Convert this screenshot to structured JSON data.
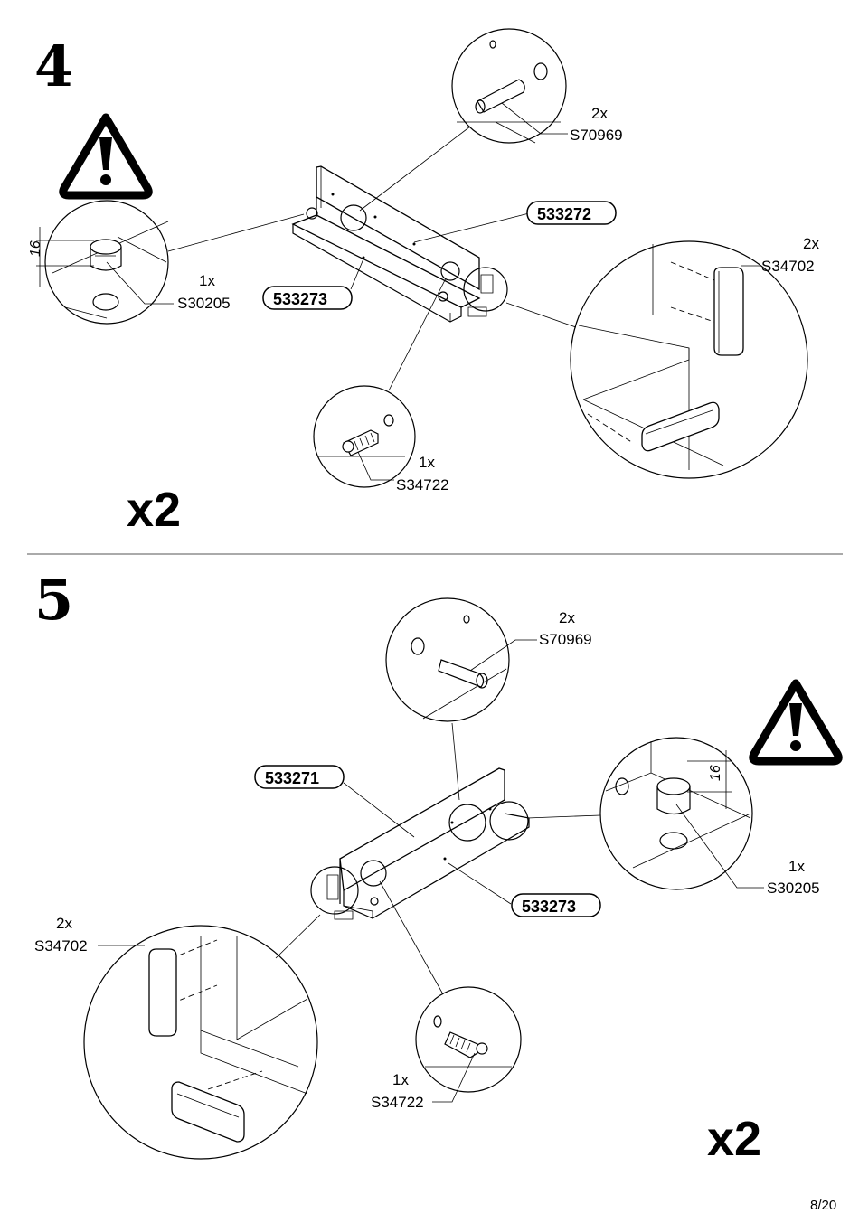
{
  "page_number": "8/20",
  "step4": {
    "number": "4",
    "multiplier": "x2",
    "parts": {
      "panel_a": "533272",
      "panel_b": "533273"
    },
    "hardware": [
      {
        "qty": "2x",
        "code": "S70969"
      },
      {
        "qty": "2x",
        "code": "S34702"
      },
      {
        "qty": "1x",
        "code": "S30205"
      },
      {
        "qty": "1x",
        "code": "S34722"
      }
    ],
    "dimension": "16",
    "warning_icon": "warning-triangle-icon"
  },
  "step5": {
    "number": "5",
    "multiplier": "x2",
    "parts": {
      "panel_a": "533271",
      "panel_b": "533273"
    },
    "hardware": [
      {
        "qty": "2x",
        "code": "S70969"
      },
      {
        "qty": "2x",
        "code": "S34702"
      },
      {
        "qty": "1x",
        "code": "S30205"
      },
      {
        "qty": "1x",
        "code": "S34722"
      }
    ],
    "dimension": "16",
    "warning_icon": "warning-triangle-icon"
  }
}
